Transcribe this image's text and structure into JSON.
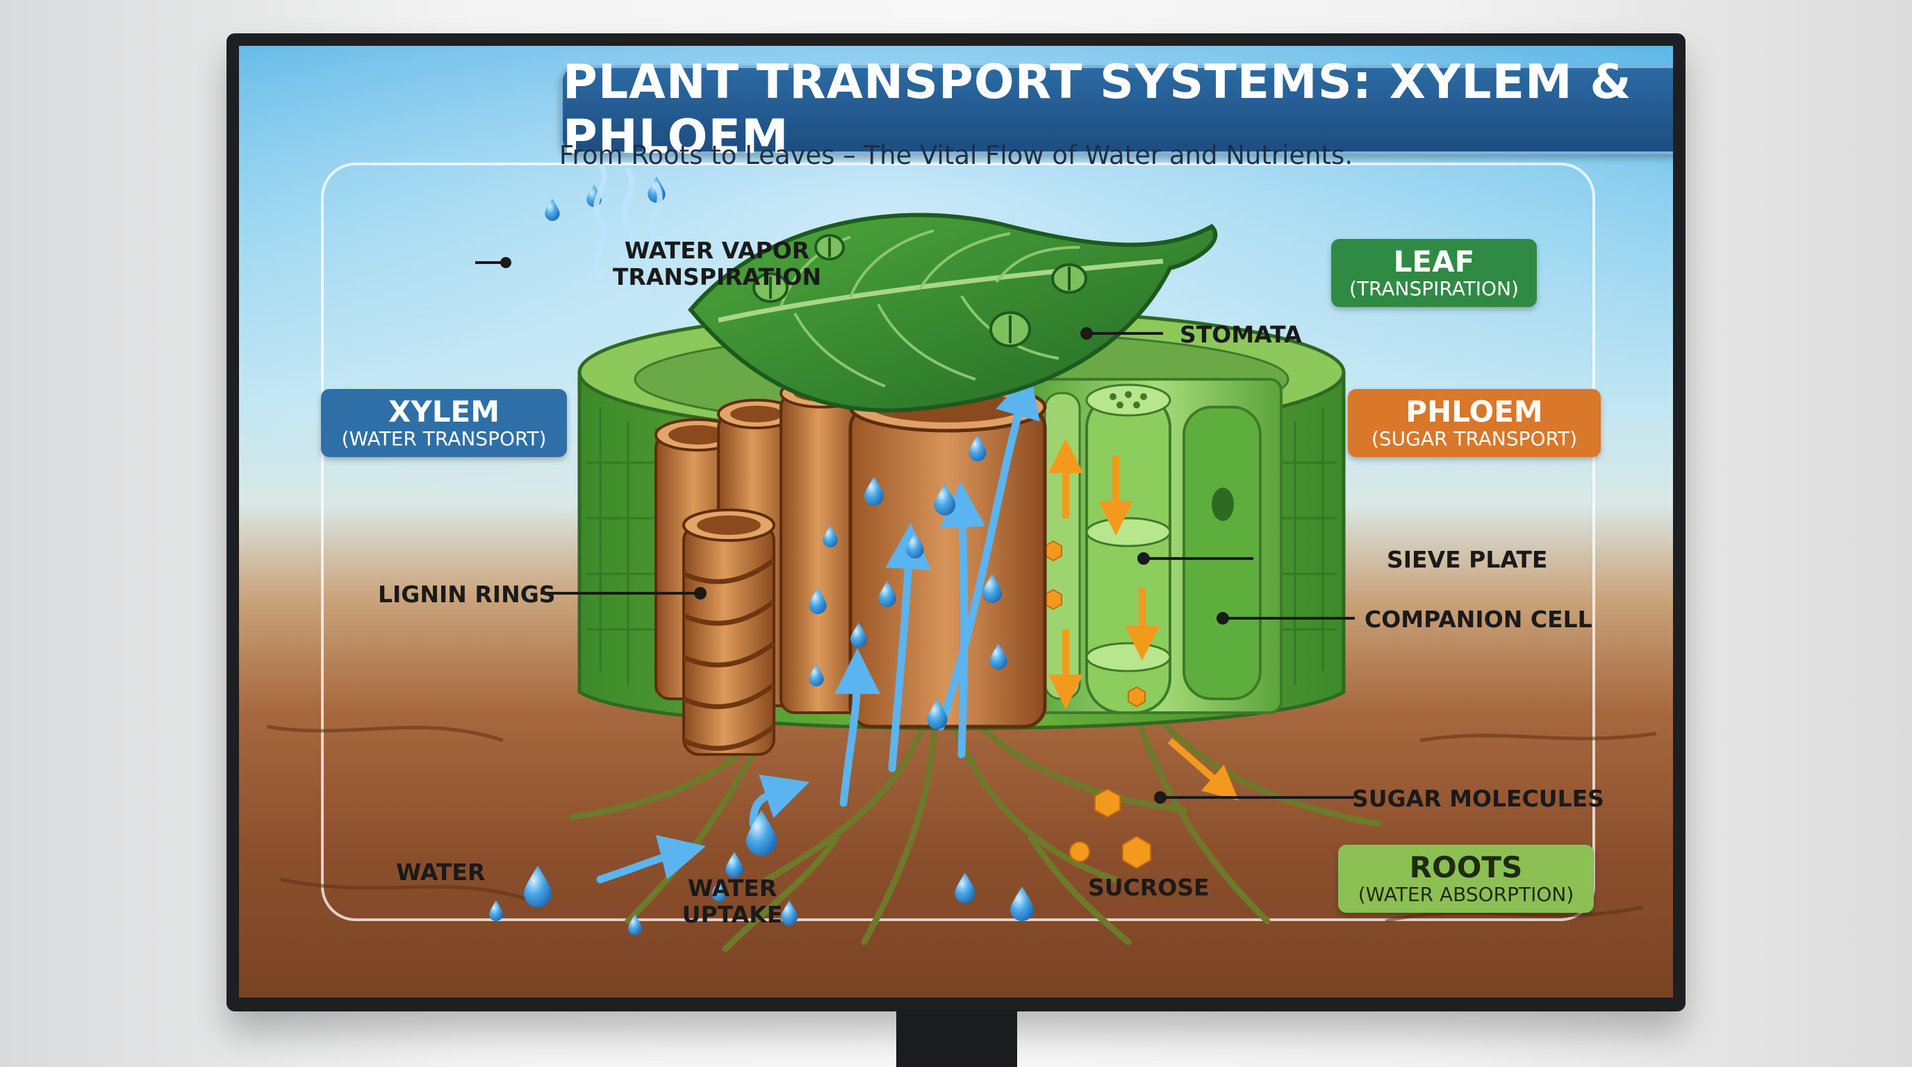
{
  "title": "PLANT TRANSPORT SYSTEMS: XYLEM & PHLOEM",
  "subtitle": "From Roots to Leaves – The Vital Flow of Water and Nutrients.",
  "badges": {
    "xylem": {
      "main": "XYLEM",
      "sub": "(WATER TRANSPORT)",
      "color": "#2f6fa7"
    },
    "phloem": {
      "main": "PHLOEM",
      "sub": "(SUGAR TRANSPORT)",
      "color": "#d9772a"
    },
    "leaf": {
      "main": "LEAF",
      "sub": "(TRANSPIRATION)",
      "color": "#2f8a43"
    },
    "roots": {
      "main": "ROOTS",
      "sub": "(WATER ABSORPTION)",
      "color": "#8cc054"
    }
  },
  "labels": {
    "water_vapor": "WATER VAPOR",
    "transpiration": "TRANSPIRATION",
    "stomata": "STOMATA",
    "lignin_rings": "LIGNIN RINGS",
    "sieve_plate": "SIEVE PLATE",
    "companion_cell": "COMPANION CELL",
    "sugar_molecules": "SUGAR MOLECULES",
    "water": "WATER",
    "water_uptake_1": "WATER",
    "water_uptake_2": "UPTAKE",
    "sucrose": "SUCROSE"
  },
  "colors": {
    "water": "#3d9ae0",
    "sugar": "#f09a1c",
    "xylem": "#c67a3c",
    "phloem": "#7cc24e",
    "leaf": "#3f9a3a"
  }
}
